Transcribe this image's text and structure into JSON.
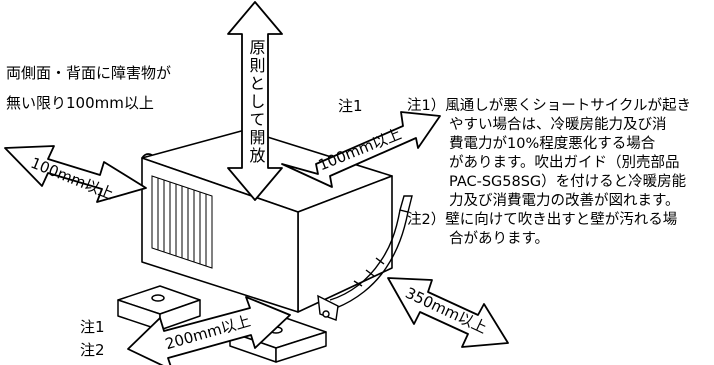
{
  "top_left_text": {
    "line1": "両側面・背面に障害物が",
    "line2": "無い限り100mm以上"
  },
  "arrow_labels": {
    "top": "原則として開放",
    "left": "100mm以上",
    "back": "100mm以上",
    "front": "200mm以上",
    "right": "350mm以上"
  },
  "note_markers": {
    "top": "注1",
    "bottom_1": "注1",
    "bottom_2": "注2"
  },
  "notes": {
    "note1": [
      "注1）風通しが悪くショートサイクルが起き",
      "やすい場合は、冷暖房能力及び消",
      "費電力が10%程度悪化する場合",
      "があります。吹出ガイド（別売部品",
      "PAC-SG58SG）を付けると冷暖房能",
      "力及び消費電力の改善が図れます。"
    ],
    "note2": [
      "注2）壁に向けて吹き出すと壁が汚れる場",
      "合があります。"
    ]
  },
  "colors": {
    "line": "#000000",
    "background": "#ffffff"
  }
}
